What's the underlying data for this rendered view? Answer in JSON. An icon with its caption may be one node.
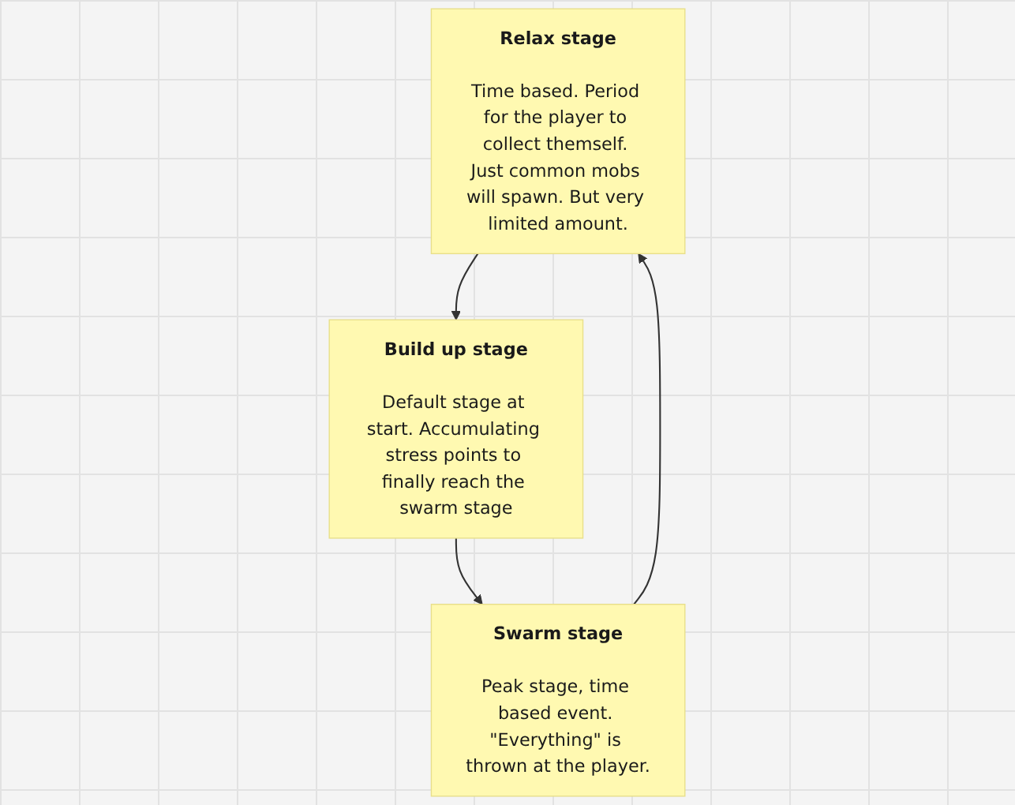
{
  "diagram": {
    "nodes": [
      {
        "text": [
          "Relax stage",
          "Time based. Period for the player to collect themself. Just common mobs will spawn. But very limited amount."
        ]
      },
      {
        "text": [
          "Build up stage",
          "Default stage at start. Accumulating stress points to finally reach the swarm stage"
        ]
      },
      {
        "text": [
          "Swarm stage",
          "Peak stage, time based event. \"Everything\" is thrown at the player."
        ]
      }
    ],
    "edges": [
      {
        "from": 0,
        "to": 1,
        "arrow": "to"
      },
      {
        "from": 1,
        "to": 2,
        "arrow": "to"
      },
      {
        "from": 2,
        "to": 0,
        "arrow": "to"
      }
    ]
  }
}
